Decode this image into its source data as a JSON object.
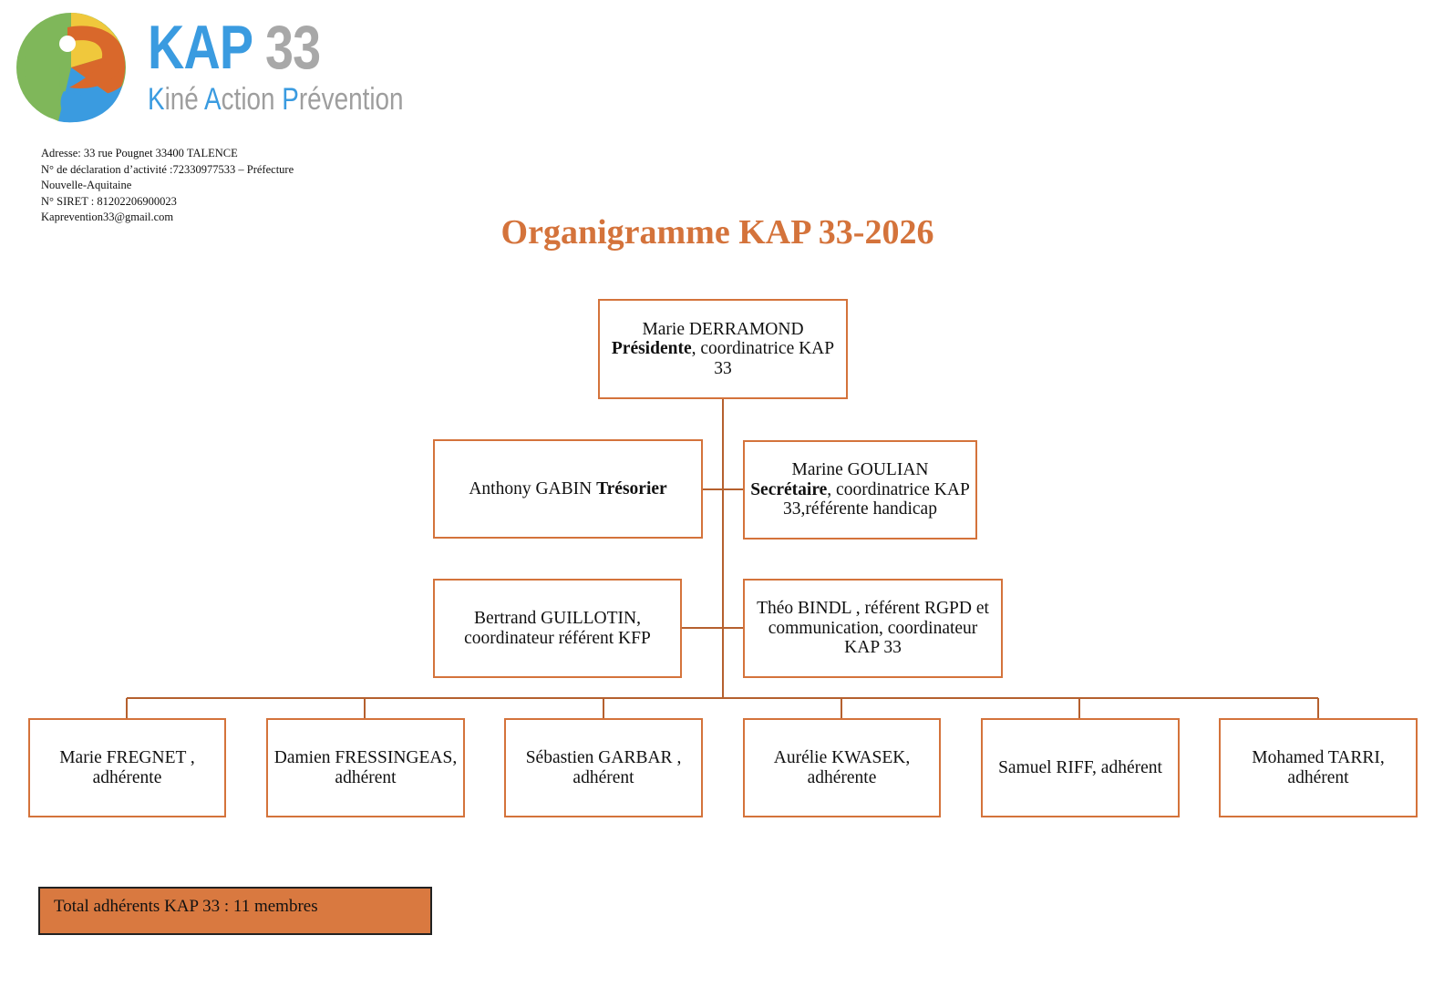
{
  "brand": {
    "name": "KAP 33",
    "tagline_parts": [
      "K",
      "iné ",
      "A",
      "ction ",
      "P",
      "révention"
    ],
    "colors": {
      "blue": "#3a9be0",
      "grey": "#a8a8a8",
      "orange": "#d4733b",
      "yellow": "#f0c83c",
      "green": "#7fb75a"
    }
  },
  "address_lines": [
    "Adresse: 33 rue Pougnet 33400 TALENCE",
    "N° de déclaration d’activité :72330977533 – Préfecture",
    "Nouvelle-Aquitaine",
    "N° SIRET : 81202206900023",
    "Kaprevention33@gmail.com"
  ],
  "title": "Organigramme KAP 33-2026",
  "org": {
    "president": {
      "name": "Marie DERRAMOND",
      "role": "Présidente",
      "rest": ", coordinatrice KAP 33"
    },
    "treasurer": {
      "name": "Anthony GABIN ",
      "role": "Trésorier"
    },
    "secretary": {
      "name": "Marine GOULIAN",
      "role": "Secrétaire",
      "rest": ", coordinatrice KAP 33,référente handicap"
    },
    "guillotin": {
      "text": "Bertrand GUILLOTIN, coordinateur référent KFP"
    },
    "bindl": {
      "text": "Théo BINDL , référent RGPD et communication, coordinateur KAP 33"
    },
    "members": [
      "Marie FREGNET , adhérente",
      "Damien FRESSINGEAS, adhérent",
      "Sébastien GARBAR , adhérent",
      "Aurélie KWASEK, adhérente",
      "Samuel RIFF, adhérent",
      "Mohamed TARRI, adhérent"
    ]
  },
  "total": "Total adhérents KAP 33 : 11 membres"
}
